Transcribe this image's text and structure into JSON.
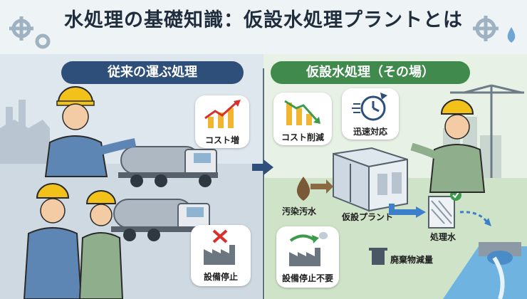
{
  "title": "水処理の基礎知識：仮設水処理プラントとは",
  "left_section": {
    "label": "従来の運ぶ処理",
    "cards": {
      "cost_up": "コスト増",
      "shutdown": "設備停止"
    }
  },
  "right_section": {
    "label": "仮設水処理（その場）",
    "cards": {
      "cost_down": "コスト削減",
      "rapid": "迅速対応",
      "no_shutdown": "設備停止不要"
    },
    "labels": {
      "wastewater": "汚染汚水",
      "plant": "仮設プラント",
      "treated": "処理水",
      "waste_reduction": "廃棄物減量"
    }
  },
  "colors": {
    "left_pill": "#2e4f7a",
    "right_pill": "#3f8a4c",
    "accent_red": "#d9302c",
    "accent_green": "#3c9a4a"
  }
}
